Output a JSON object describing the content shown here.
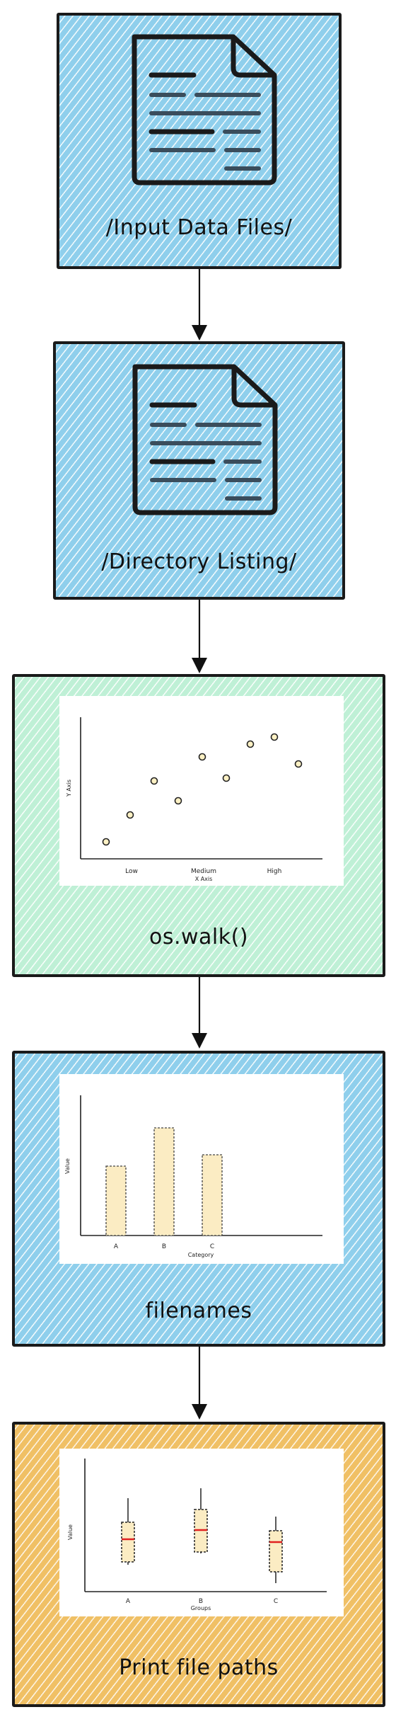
{
  "nodes": [
    {
      "label": "/Input Data Files/",
      "fill": "#8fcfec",
      "icon": "document-icon"
    },
    {
      "label": "/Directory Listing/",
      "fill": "#8fcfec",
      "icon": "document-icon"
    },
    {
      "label": "os.walk()",
      "fill": "#bff0d6",
      "icon": "scatter-chart-icon"
    },
    {
      "label": "filenames",
      "fill": "#8fcfec",
      "icon": "bar-chart-icon"
    },
    {
      "label": "Print file paths",
      "fill": "#f0c065",
      "icon": "box-plot-icon"
    }
  ],
  "scatter_icon": {
    "x_axis_label": "X Axis",
    "y_axis_label": "Y Axis",
    "x_ticks": [
      "Low",
      "Medium",
      "High"
    ]
  },
  "bar_icon": {
    "x_axis_label": "Category",
    "y_axis_label": "Value",
    "x_ticks": [
      "A",
      "B",
      "C"
    ]
  },
  "box_icon": {
    "x_axis_label": "Groups",
    "y_axis_label": "Value",
    "x_ticks": [
      "A",
      "B",
      "C"
    ]
  }
}
